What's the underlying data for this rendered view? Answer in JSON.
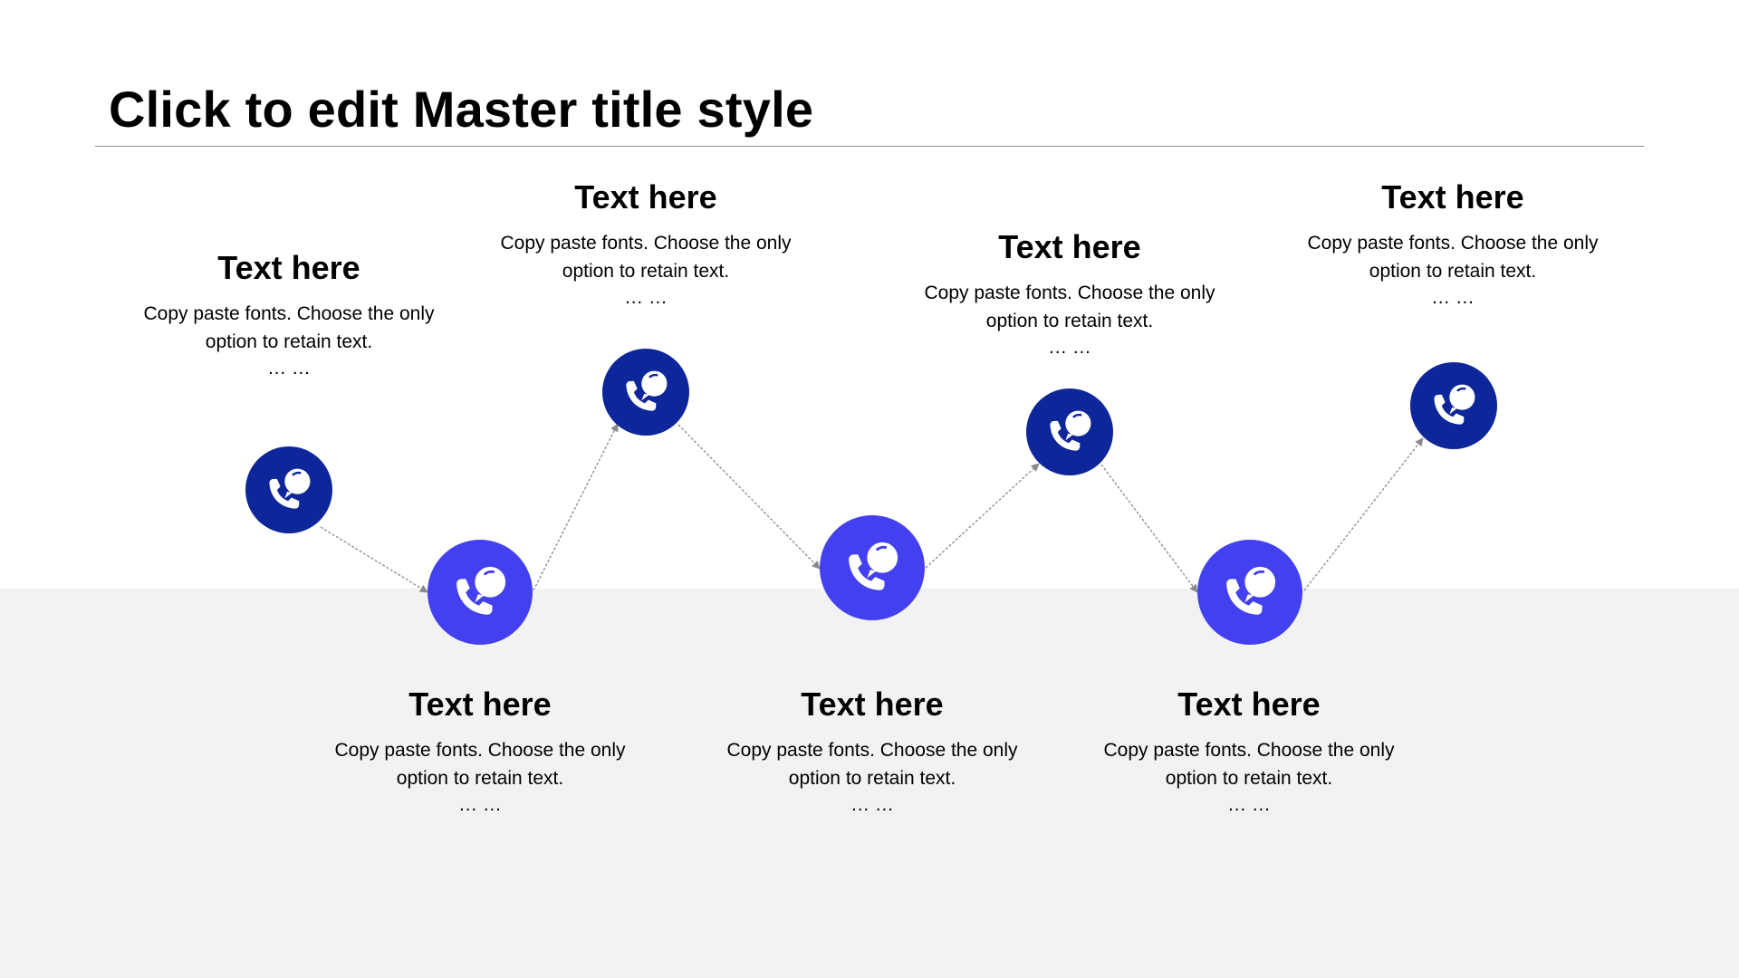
{
  "title": "Click to edit Master title style",
  "colors": {
    "node_dark": "#0d2699",
    "node_light": "#4340ef",
    "connector": "#8a8a8a",
    "band": "#f2f2f2"
  },
  "icon_name": "phone-chat-icon",
  "items": [
    {
      "heading": "Text here",
      "body": "Copy paste fonts. Choose the only option to retain text.",
      "ellipsis": "… …"
    },
    {
      "heading": "Text here",
      "body": "Copy paste fonts. Choose the only option to retain text.",
      "ellipsis": "… …"
    },
    {
      "heading": "Text here",
      "body": "Copy paste fonts. Choose the only option to retain text.",
      "ellipsis": "… …"
    },
    {
      "heading": "Text here",
      "body": "Copy paste fonts. Choose the only option to retain text.",
      "ellipsis": "… …"
    },
    {
      "heading": "Text here",
      "body": "Copy paste fonts. Choose the only option to retain text.",
      "ellipsis": "… …"
    },
    {
      "heading": "Text here",
      "body": "Copy paste fonts. Choose the only option to retain text.",
      "ellipsis": "… …"
    },
    {
      "heading": "Text here",
      "body": "Copy paste fonts. Choose the only option to retain text.",
      "ellipsis": "… …"
    }
  ]
}
